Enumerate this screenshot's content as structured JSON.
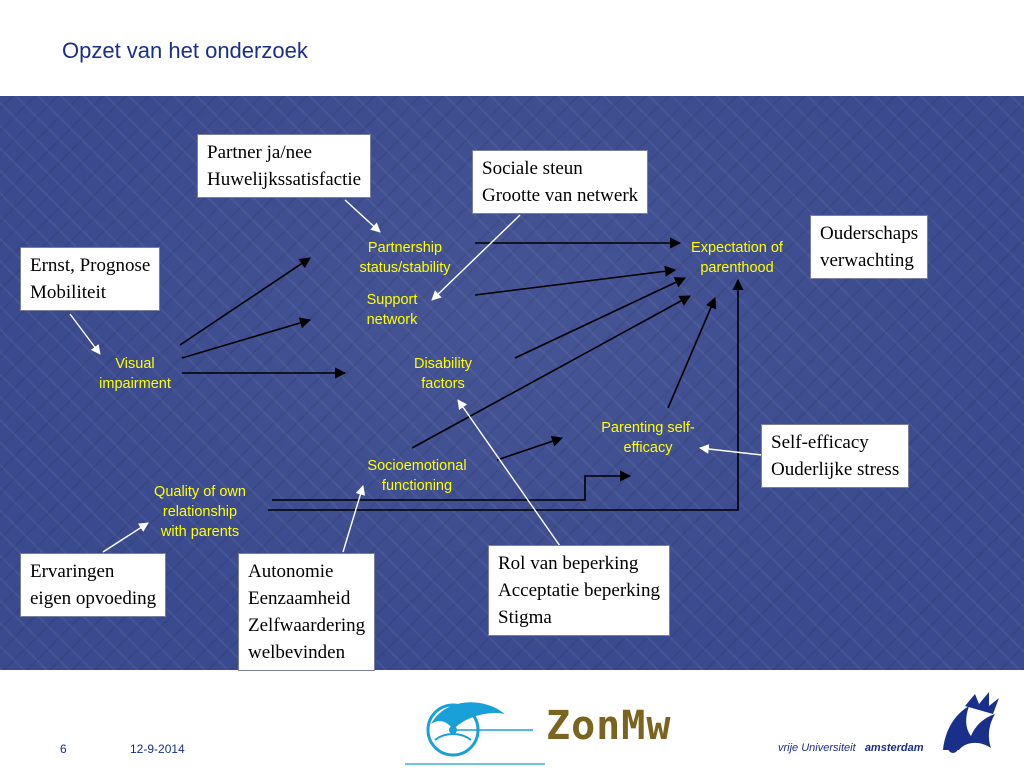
{
  "slide": {
    "title": "Opzet van het onderzoek",
    "page_number": "6",
    "date": "12-9-2014"
  },
  "boxes": {
    "partner": [
      "Partner ja/nee",
      "Huwelijkssatisfactie"
    ],
    "sociale": [
      "Sociale steun",
      "Grootte van netwerk"
    ],
    "ouderschap": [
      "Ouderschaps",
      "verwachting"
    ],
    "ernst": [
      "Ernst, Prognose",
      "Mobiliteit"
    ],
    "selfeff": [
      "Self-efficacy",
      "Ouderlijke stress"
    ],
    "ervaringen": [
      "Ervaringen",
      "eigen opvoeding"
    ],
    "autonomie": [
      "Autonomie",
      "Eenzaamheid",
      "Zelfwaardering",
      "welbevinden"
    ],
    "rol": [
      "Rol van beperking",
      "Acceptatie beperking",
      "Stigma"
    ]
  },
  "nodes": {
    "partnership": [
      "Partnership",
      "status/stability"
    ],
    "support": [
      "Support",
      "network"
    ],
    "expectation": [
      "Expectation of",
      "parenthood"
    ],
    "visual": [
      "Visual",
      "impairment"
    ],
    "disability": [
      "Disability",
      "factors"
    ],
    "parenting": [
      "Parenting self-",
      "efficacy"
    ],
    "socio": [
      "Socioemotional",
      "functioning"
    ],
    "quality": [
      "Quality of own",
      "relationship",
      "with parents"
    ]
  },
  "logos": {
    "zonmw": "ZonMw",
    "vu_prefix": "vrije Universiteit",
    "vu_city": "amsterdam"
  },
  "colors": {
    "title": "#1a2f8a",
    "panel": "#3a4a8e",
    "node_text": "#ffff00",
    "box_bg": "#ffffff",
    "zonmw": "#7a6420",
    "zonmw_icon": "#1aa0d8"
  }
}
